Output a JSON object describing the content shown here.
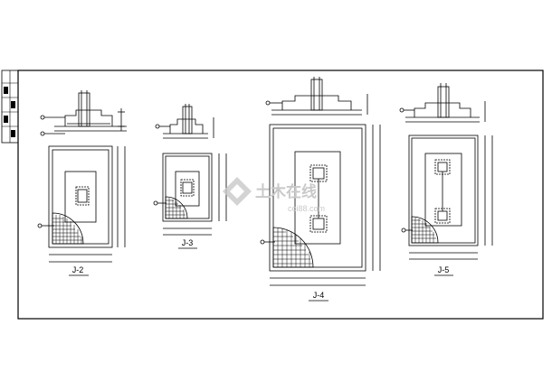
{
  "sheet": {
    "border_color": "#000000",
    "line_color": "#000000",
    "watermark_color": "#c9c9c9"
  },
  "watermark": {
    "title": "土木在线",
    "url": "coi88.com"
  },
  "footings": [
    {
      "id": "j2",
      "label": "J-2"
    },
    {
      "id": "j3",
      "label": "J-3"
    },
    {
      "id": "j4",
      "label": "J-4"
    },
    {
      "id": "j5",
      "label": "J-5"
    }
  ]
}
